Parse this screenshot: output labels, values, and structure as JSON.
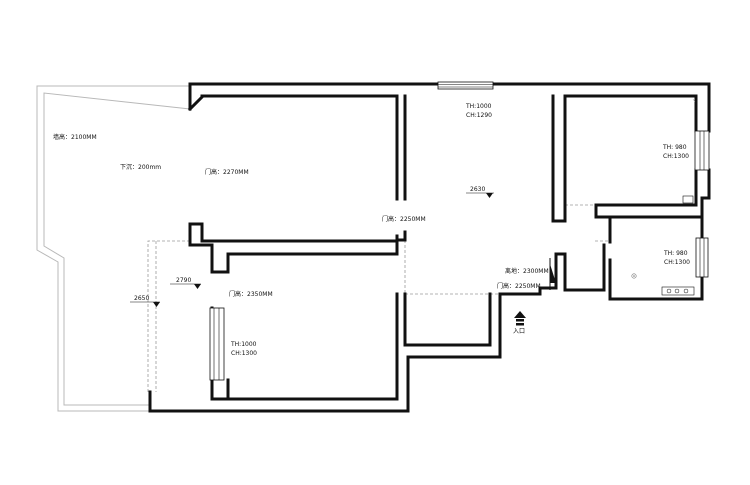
{
  "labels": {
    "wall_height": "墙高：2100MM",
    "drop": "下沉：200mm",
    "door_270": "门高：2270MM",
    "door_225_mid": "门高：2250MM",
    "door_235": "门高：2350MM",
    "door_225_entry": "门高：2250MM",
    "beam": "离地：2300MM",
    "th_top": "TH:1000",
    "ch_top": "CH:1290",
    "th_r1": "TH:  980",
    "ch_r1": "CH:1300",
    "th_r2": "TH:  980",
    "ch_r2": "CH:1300",
    "th_left": "TH:1000",
    "ch_left": "CH:1300",
    "elev_2630": "2630",
    "elev_2790": "2790",
    "elev_2650": "2650",
    "entry": "入口"
  },
  "colors": {
    "wall": "#111111",
    "balcony_line": "#b8b8b8",
    "dashed": "#9a9a9a"
  }
}
